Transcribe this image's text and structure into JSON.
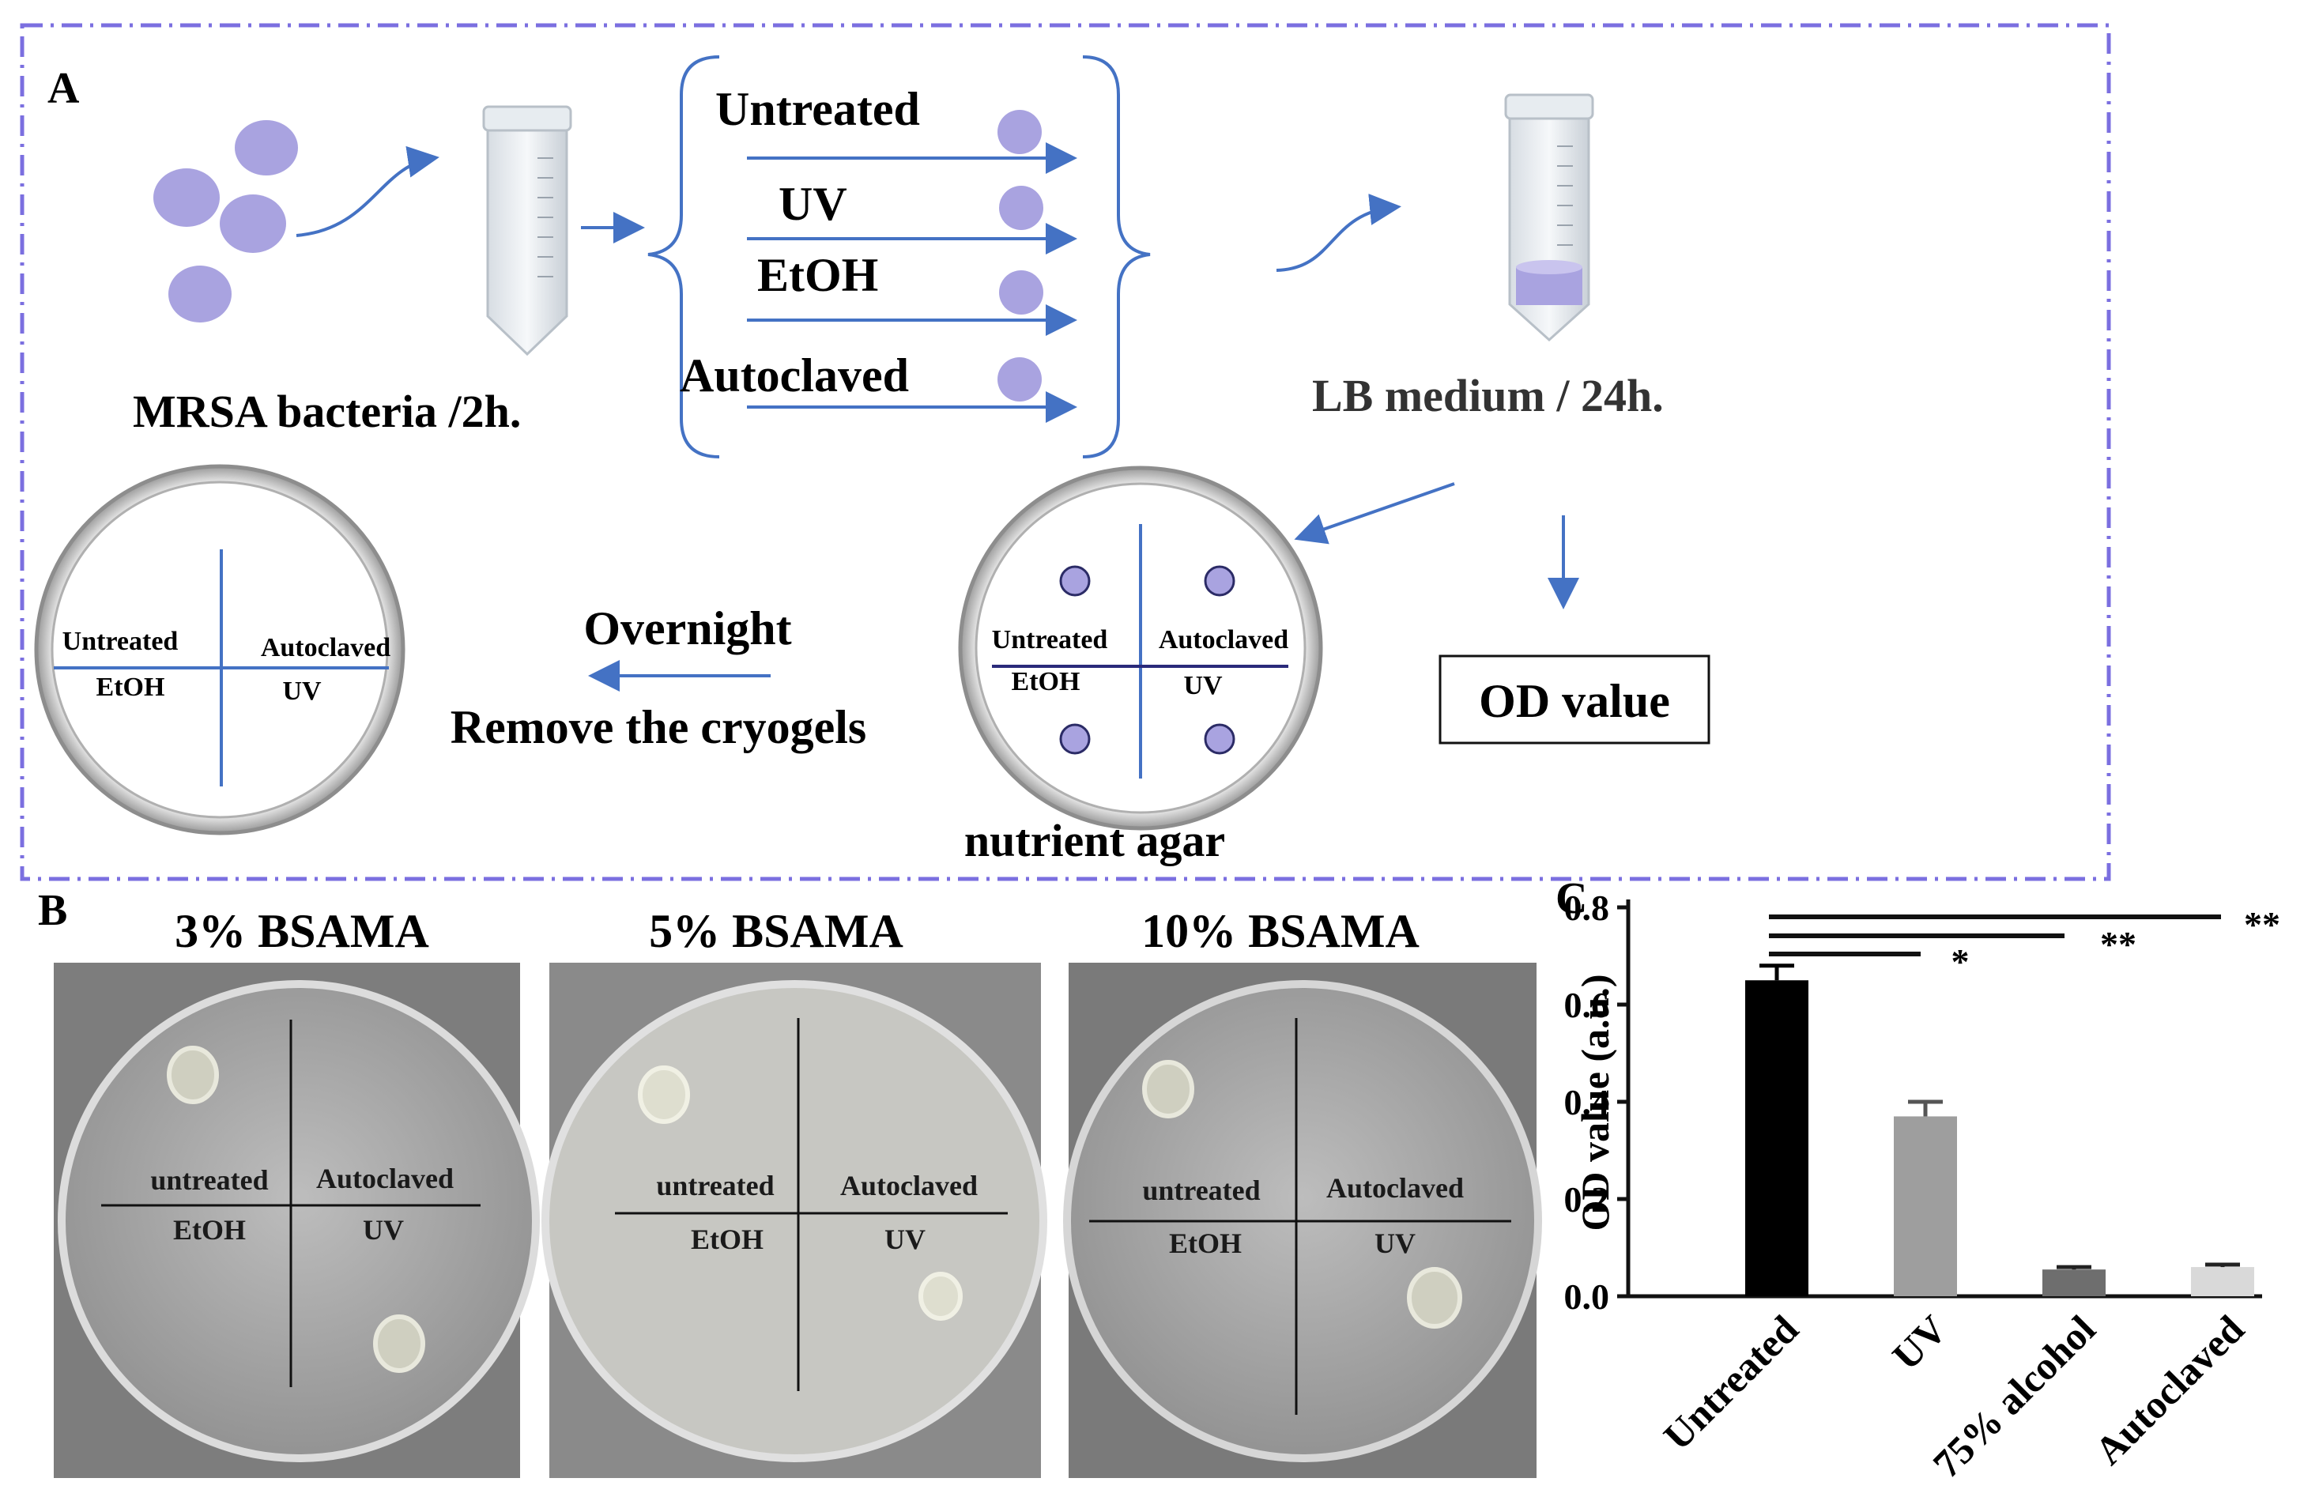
{
  "panel_a": {
    "label": "A",
    "bacteria_caption": "MRSA bacteria /2h.",
    "treatments": [
      "Untreated",
      "UV",
      "EtOH",
      "Autoclaved"
    ],
    "medium_caption": "LB medium / 24h.",
    "od_box_label": "OD value",
    "agar_caption": "nutrient agar",
    "step_top": "Overnight",
    "step_bottom": "Remove the cryogels",
    "dish_quadrants": {
      "top_left": "Untreated",
      "top_right": "Autoclaved",
      "bottom_left": "EtOH",
      "bottom_right": "UV"
    }
  },
  "panel_b": {
    "label": "B",
    "plates": [
      {
        "title": "3% BSAMA",
        "top_left": "untreated",
        "top_right": "Autoclaved",
        "bottom_left": "EtOH",
        "bottom_right": "UV"
      },
      {
        "title": "5% BSAMA",
        "top_left": "untreated",
        "top_right": "Autoclaved",
        "bottom_left": "EtOH",
        "bottom_right": "UV"
      },
      {
        "title": "10% BSAMA",
        "top_left": "untreated",
        "top_right": "Autoclaved",
        "bottom_left": "EtOH",
        "bottom_right": "UV"
      }
    ]
  },
  "panel_c": {
    "label": "C"
  },
  "colors": {
    "accent_blue": "#4472c4",
    "bacteria_purple": "#a9a3e0",
    "frame_dash": "#7b6fe0",
    "colony_fill": "#b9b4e8"
  },
  "chart_data": {
    "type": "bar",
    "categories": [
      "Untreated",
      "UV",
      "75% alcohol",
      "Autoclaved"
    ],
    "values": [
      0.65,
      0.37,
      0.055,
      0.06
    ],
    "errors": [
      0.03,
      0.03,
      0.005,
      0.005
    ],
    "bar_colors": [
      "#000000",
      "#9e9e9e",
      "#6e6e6e",
      "#d9d9d9"
    ],
    "ylabel": "OD value (a.u.)",
    "ylim": [
      0,
      0.8
    ],
    "yticks": [
      "0.0",
      "0.2",
      "0.4",
      "0.6",
      "0.8"
    ],
    "significance": [
      {
        "from": "Untreated",
        "to": "UV",
        "label": "*"
      },
      {
        "from": "Untreated",
        "to": "75% alcohol",
        "label": "**"
      },
      {
        "from": "Untreated",
        "to": "Autoclaved",
        "label": "**"
      }
    ]
  }
}
